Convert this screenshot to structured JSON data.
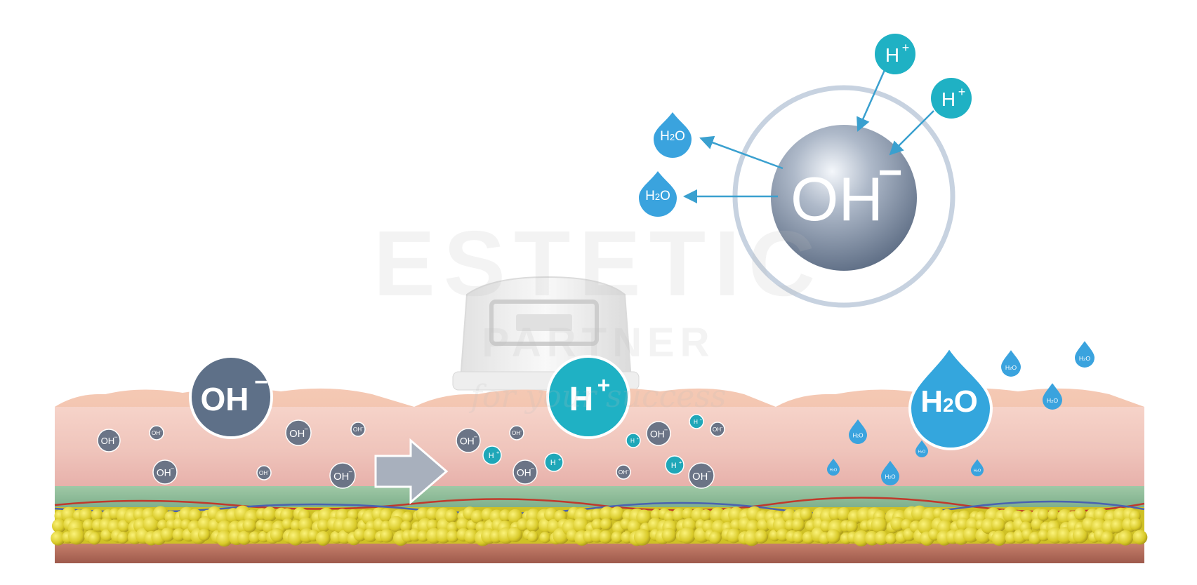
{
  "watermark": {
    "brand": "ESTETIC",
    "sub": "PARTNER",
    "tagline": "for your success"
  },
  "panels": [
    {
      "label_base": "OH",
      "label_charge": "−",
      "label_color": "#5e7088",
      "particle_kind": "hydroxide"
    },
    {
      "label_base": "H",
      "label_charge": "+",
      "label_color": "#1fb1c4",
      "particle_kind": "proton"
    },
    {
      "label_base": "H",
      "label_sub": "2",
      "label_tail": "O",
      "label_color": "#34a6dd",
      "particle_kind": "water"
    }
  ],
  "reaction": {
    "center": {
      "base": "OH",
      "charge": "−"
    },
    "incoming": [
      {
        "base": "H",
        "charge": "+"
      },
      {
        "base": "H",
        "charge": "+"
      }
    ],
    "outgoing": [
      {
        "base": "H",
        "sub": "2",
        "tail": "O"
      },
      {
        "base": "H",
        "sub": "2",
        "tail": "O"
      }
    ]
  },
  "particles": {
    "oh": {
      "base": "OH",
      "charge": "−"
    },
    "hplus": {
      "base": "H",
      "charge": "+"
    },
    "water": {
      "base": "H",
      "sub": "2",
      "tail": "O"
    }
  },
  "colors": {
    "hydroxide": "#6b7486",
    "proton": "#1fa7b8",
    "water": "#3aa3de",
    "arrow": "#3aa0cf",
    "fat": "#e2d632",
    "skin": "#f2c7bf",
    "fascia": "#8fbf9b"
  },
  "icons": {
    "transition": "right-arrow-icon",
    "device": "applicator-head-icon"
  }
}
